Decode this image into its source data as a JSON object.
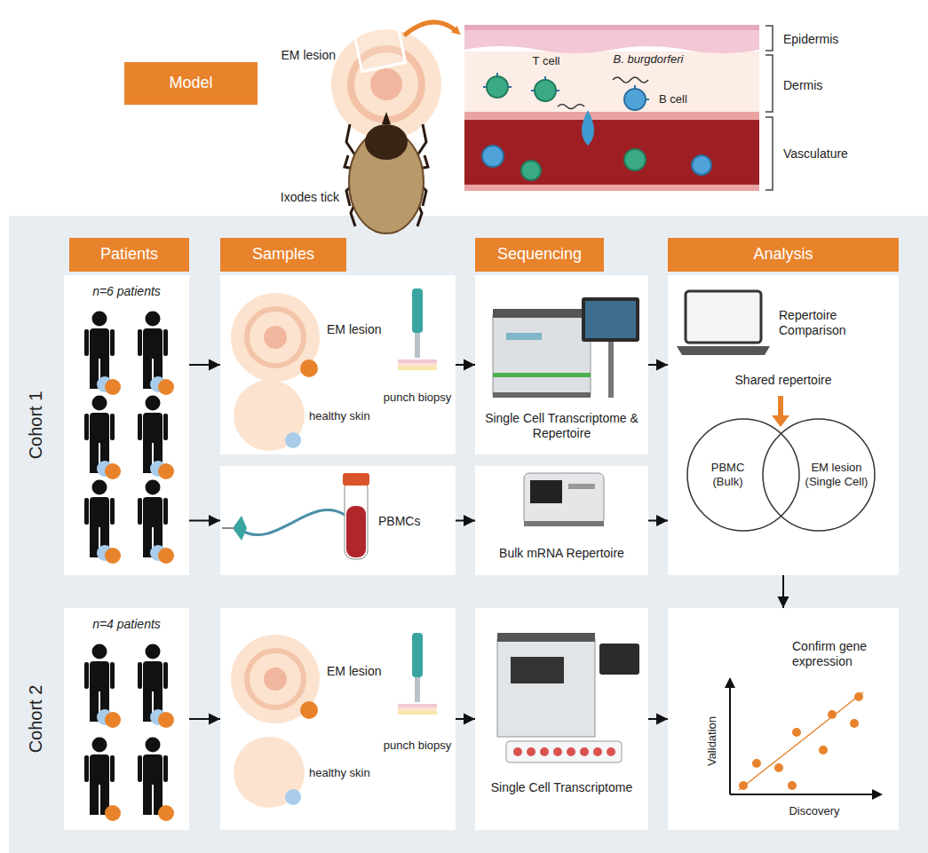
{
  "diagram": {
    "nodes": [
      {
        "text": [
          "Model"
        ]
      },
      {
        "text": [
          "Patients"
        ]
      },
      {
        "text": [
          "Samples"
        ]
      },
      {
        "text": [
          "Sequencing"
        ]
      },
      {
        "text": [
          "Analysis"
        ]
      },
      {
        "text": [
          "n=6 patients"
        ]
      },
      {
        "text": [
          "EM lesion",
          "healthy skin",
          "punch biopsy"
        ]
      },
      {
        "text": [
          "Single Cell Transcriptome & Repertoire"
        ]
      },
      {
        "text": [
          "Repertoire Comparison",
          "Shared repertoire"
        ]
      },
      {
        "text": [
          "PBMC (Bulk)"
        ],
        "in": 8
      },
      {
        "text": [
          "EM lesion (Single Cell)"
        ],
        "in": 8
      },
      {
        "text": [
          "PBMCs"
        ]
      },
      {
        "text": [
          "Bulk mRNA Repertoire"
        ]
      },
      {
        "text": [
          "n=4 patients"
        ]
      },
      {
        "text": [
          "EM lesion",
          "healthy skin",
          "punch biopsy"
        ]
      },
      {
        "text": [
          "Single Cell Transcriptome"
        ]
      },
      {
        "text": [
          "Confirm gene expression",
          "Validation",
          "Discovery"
        ]
      }
    ],
    "edges": [
      {
        "from": 5,
        "to": 6,
        "arrow": "to"
      },
      {
        "from": 5,
        "to": 11,
        "arrow": "to"
      },
      {
        "from": 6,
        "to": 7,
        "arrow": "to"
      },
      {
        "from": 11,
        "to": 12,
        "arrow": "to"
      },
      {
        "from": 7,
        "to": 8,
        "arrow": "to"
      },
      {
        "from": 12,
        "to": 8,
        "arrow": "to"
      },
      {
        "from": 8,
        "to": 16,
        "arrow": "to"
      },
      {
        "from": 13,
        "to": 14,
        "arrow": "to"
      },
      {
        "from": 14,
        "to": 15,
        "arrow": "to"
      },
      {
        "from": 15,
        "to": 16,
        "arrow": "to"
      }
    ],
    "labels": [
      "EM lesion",
      "Ixodes tick",
      "T cell",
      "B. burgdorferi",
      "B cell",
      "Epidermis",
      "Dermis",
      "Vasculature",
      "Cohort 1",
      "Cohort 2"
    ]
  }
}
